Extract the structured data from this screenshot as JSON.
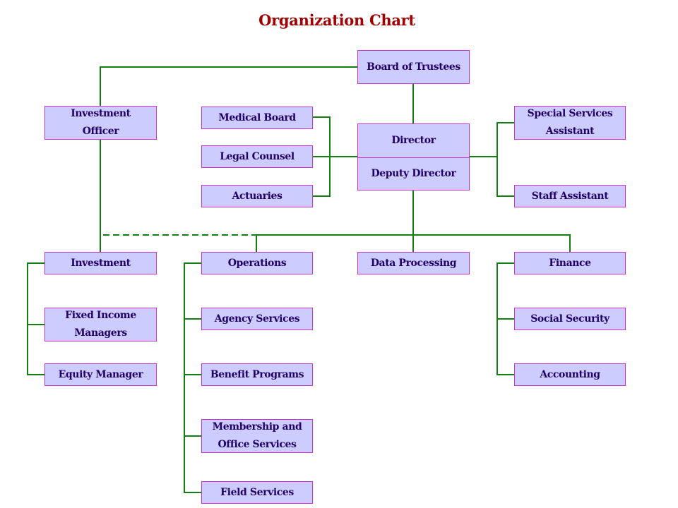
{
  "title": "Organization Chart",
  "colors": {
    "title": "#a00000",
    "box_fill": "#ccccff",
    "box_border": "#cc33cc",
    "box_text": "#220066",
    "connector": "#118011"
  },
  "nodes": {
    "board_of_trustees": "Board of Trustees",
    "investment_officer": "Investment\nOfficer",
    "medical_board": "Medical Board",
    "legal_counsel": "Legal Counsel",
    "actuaries": "Actuaries",
    "director": "Director",
    "deputy_director": "Deputy Director",
    "special_services_assistant": "Special Services\nAssistant",
    "staff_assistant": "Staff Assistant",
    "investment": "Investment",
    "fixed_income_managers": "Fixed Income\nManagers",
    "equity_manager": "Equity Manager",
    "operations": "Operations",
    "agency_services": "Agency Services",
    "benefit_programs": "Benefit Programs",
    "membership_office_services": "Membership and\nOffice Services",
    "field_services": "Field Services",
    "data_processing": "Data Processing",
    "finance": "Finance",
    "social_security": "Social Security",
    "accounting": "Accounting"
  }
}
